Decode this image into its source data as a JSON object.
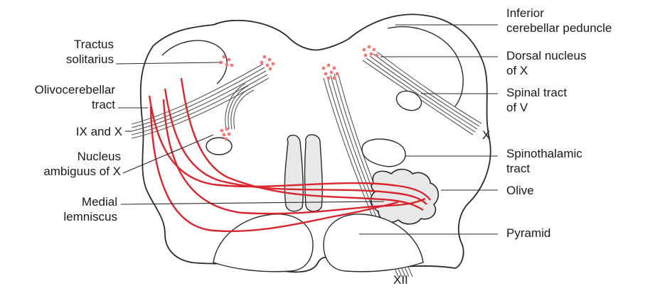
{
  "labels_left": {
    "tractus_solitarius": "Tractus\nsolitarius",
    "olivocerebellar_tract": "Olivocerebellar\ntract",
    "ix_and_x": "IX and X",
    "nucleus_ambiguus": "Nucleus\nambiguus of X",
    "medial_lemniscus": "Medial\nlemniscus"
  },
  "labels_right": {
    "inferior_cerebellar_peduncle": "Inferior\ncerebellar peduncle",
    "dorsal_nucleus_x": "Dorsal nucleus\nof X",
    "spinal_tract_v": "Spinal tract\nof V",
    "x_nerve": "X",
    "spinothalamic_tract": "Spinothalamic\ntract",
    "olive": "Olive",
    "pyramid": "Pyramid"
  },
  "labels_bottom": {
    "xii_nerve": "XII"
  },
  "colors": {
    "outline": "#2a2a2a",
    "fiber_red": "#d9262e",
    "nucleus_pink": "#f07a7a",
    "background": "#ffffff"
  }
}
